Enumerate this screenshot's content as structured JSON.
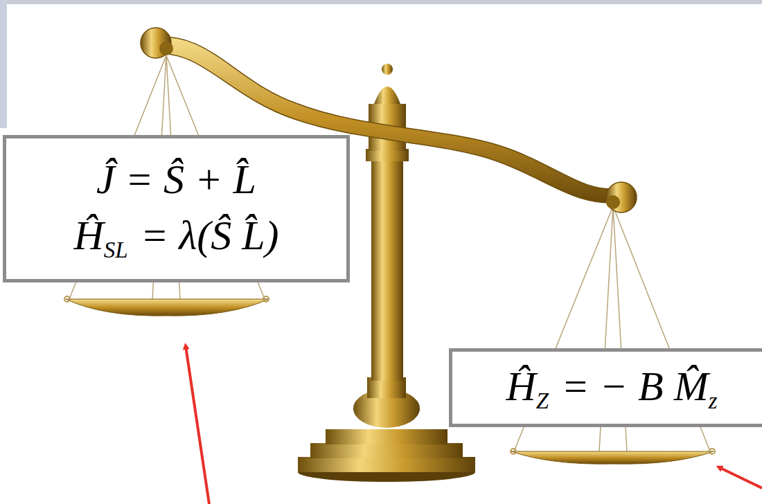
{
  "diagram": {
    "nodes": [
      {
        "text": [
          "Ĵ = Ŝ + L̂",
          "Ĥ",
          "SL",
          "= λ(Ŝ L̂)"
        ]
      },
      {
        "text": [
          "Ĥ",
          "Z",
          "= − B M̂",
          "z"
        ]
      }
    ]
  }
}
